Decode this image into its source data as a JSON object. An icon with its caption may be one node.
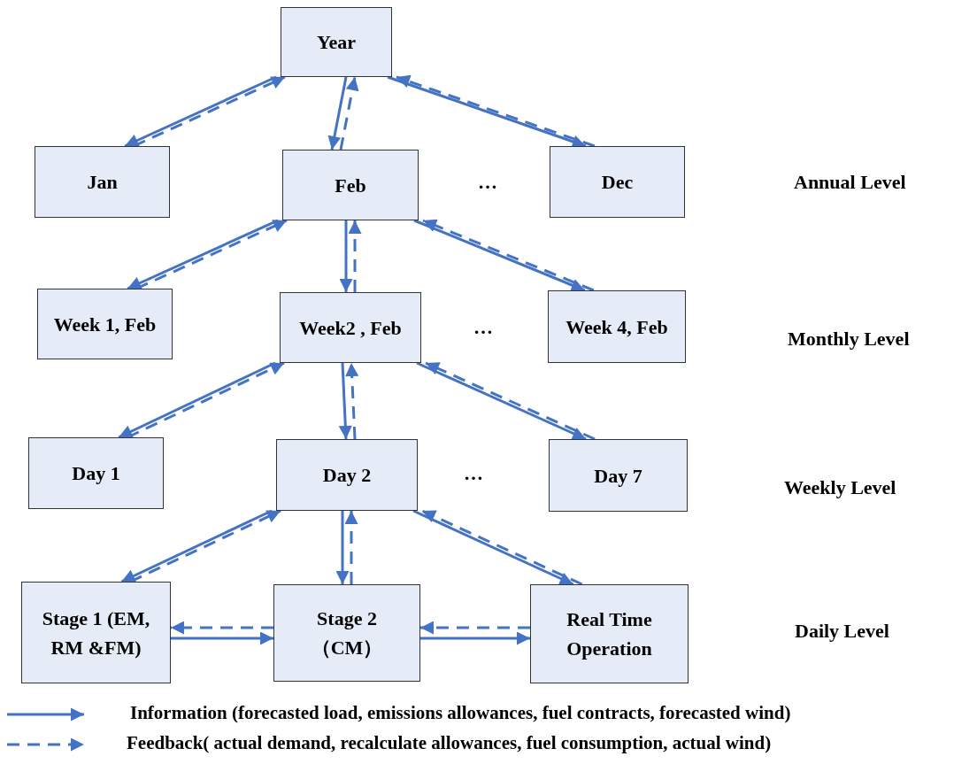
{
  "diagram": {
    "nodes": [
      {
        "text": [
          "Year"
        ]
      },
      {
        "text": [
          "Jan"
        ]
      },
      {
        "text": [
          "Feb"
        ]
      },
      {
        "text": [
          "Dec"
        ]
      },
      {
        "text": [
          "Week 1, Feb"
        ]
      },
      {
        "text": [
          "Week2 , Feb"
        ]
      },
      {
        "text": [
          "Week 4, Feb"
        ]
      },
      {
        "text": [
          "Day 1"
        ]
      },
      {
        "text": [
          "Day 2"
        ]
      },
      {
        "text": [
          "Day 7"
        ]
      },
      {
        "text": [
          "Stage 1 (EM, RM &FM)"
        ]
      },
      {
        "text": [
          "Stage 2 （CM）"
        ]
      },
      {
        "text": [
          "Real Time Operation"
        ]
      }
    ],
    "edges": [
      {
        "from": 0,
        "to": 1,
        "arrow": "to"
      },
      {
        "from": 1,
        "to": 0,
        "arrow": "to",
        "style": "dashed"
      },
      {
        "from": 0,
        "to": 2,
        "arrow": "to"
      },
      {
        "from": 2,
        "to": 0,
        "arrow": "to",
        "style": "dashed"
      },
      {
        "from": 0,
        "to": 3,
        "arrow": "to"
      },
      {
        "from": 3,
        "to": 0,
        "arrow": "to",
        "style": "dashed"
      },
      {
        "from": 2,
        "to": 4,
        "arrow": "to"
      },
      {
        "from": 4,
        "to": 2,
        "arrow": "to",
        "style": "dashed"
      },
      {
        "from": 2,
        "to": 5,
        "arrow": "to"
      },
      {
        "from": 5,
        "to": 2,
        "arrow": "to",
        "style": "dashed"
      },
      {
        "from": 2,
        "to": 6,
        "arrow": "to"
      },
      {
        "from": 6,
        "to": 2,
        "arrow": "to",
        "style": "dashed"
      },
      {
        "from": 5,
        "to": 7,
        "arrow": "to"
      },
      {
        "from": 7,
        "to": 5,
        "arrow": "to",
        "style": "dashed"
      },
      {
        "from": 5,
        "to": 8,
        "arrow": "to"
      },
      {
        "from": 8,
        "to": 5,
        "arrow": "to",
        "style": "dashed"
      },
      {
        "from": 5,
        "to": 9,
        "arrow": "to"
      },
      {
        "from": 9,
        "to": 5,
        "arrow": "to",
        "style": "dashed"
      },
      {
        "from": 8,
        "to": 10,
        "arrow": "to"
      },
      {
        "from": 10,
        "to": 8,
        "arrow": "to",
        "style": "dashed"
      },
      {
        "from": 8,
        "to": 11,
        "arrow": "to"
      },
      {
        "from": 11,
        "to": 8,
        "arrow": "to",
        "style": "dashed"
      },
      {
        "from": 8,
        "to": 12,
        "arrow": "to"
      },
      {
        "from": 12,
        "to": 8,
        "arrow": "to",
        "style": "dashed"
      },
      {
        "from": 10,
        "to": 11,
        "arrow": "to"
      },
      {
        "from": 11,
        "to": 10,
        "arrow": "to",
        "style": "dashed"
      },
      {
        "from": 11,
        "to": 12,
        "arrow": "to"
      },
      {
        "from": 12,
        "to": 11,
        "arrow": "to",
        "style": "dashed"
      }
    ],
    "labels": [
      "…",
      "Annual Level",
      "…",
      "Monthly Level",
      "…",
      "Weekly Level",
      "Daily Level"
    ],
    "legend": [
      {
        "text": "Information (forecasted load, emissions allowances, fuel contracts, forecasted wind)"
      },
      {
        "text": "Feedback( actual demand, recalculate allowances, fuel consumption, actual wind)"
      }
    ]
  }
}
